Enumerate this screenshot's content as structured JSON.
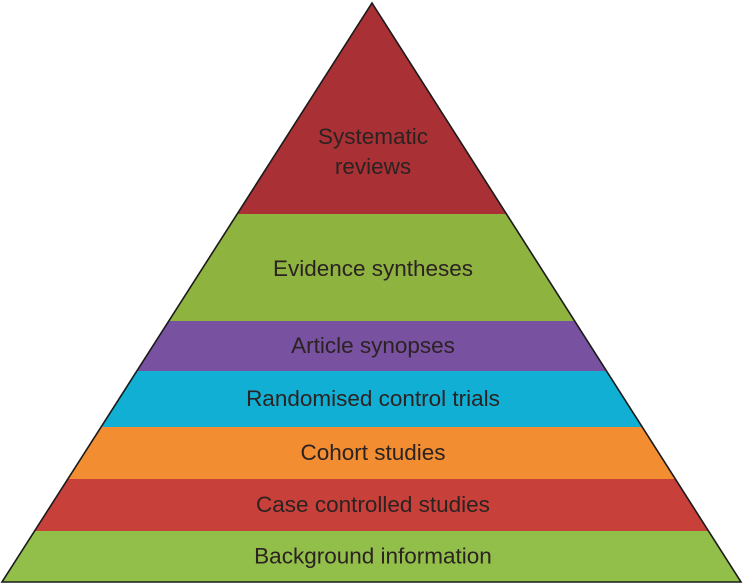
{
  "diagram": {
    "type": "pyramid",
    "title": "",
    "orientation": "apex-top",
    "outline_color": "#1a1a1a",
    "levels": [
      {
        "label_lines": [
          "Systematic",
          "reviews"
        ],
        "color": "#A93034",
        "rank": 1
      },
      {
        "label_lines": [
          "Evidence syntheses"
        ],
        "color": "#8FB33F",
        "rank": 2
      },
      {
        "label_lines": [
          "Article synopses"
        ],
        "color": "#7851A0",
        "rank": 3
      },
      {
        "label_lines": [
          "Randomised control trials"
        ],
        "color": "#12AFD4",
        "rank": 4
      },
      {
        "label_lines": [
          "Cohort studies"
        ],
        "color": "#F28D32",
        "rank": 5
      },
      {
        "label_lines": [
          "Case controlled studies"
        ],
        "color": "#C8403A",
        "rank": 6
      },
      {
        "label_lines": [
          "Background information"
        ],
        "color": "#92BE4A",
        "rank": 7
      }
    ]
  }
}
